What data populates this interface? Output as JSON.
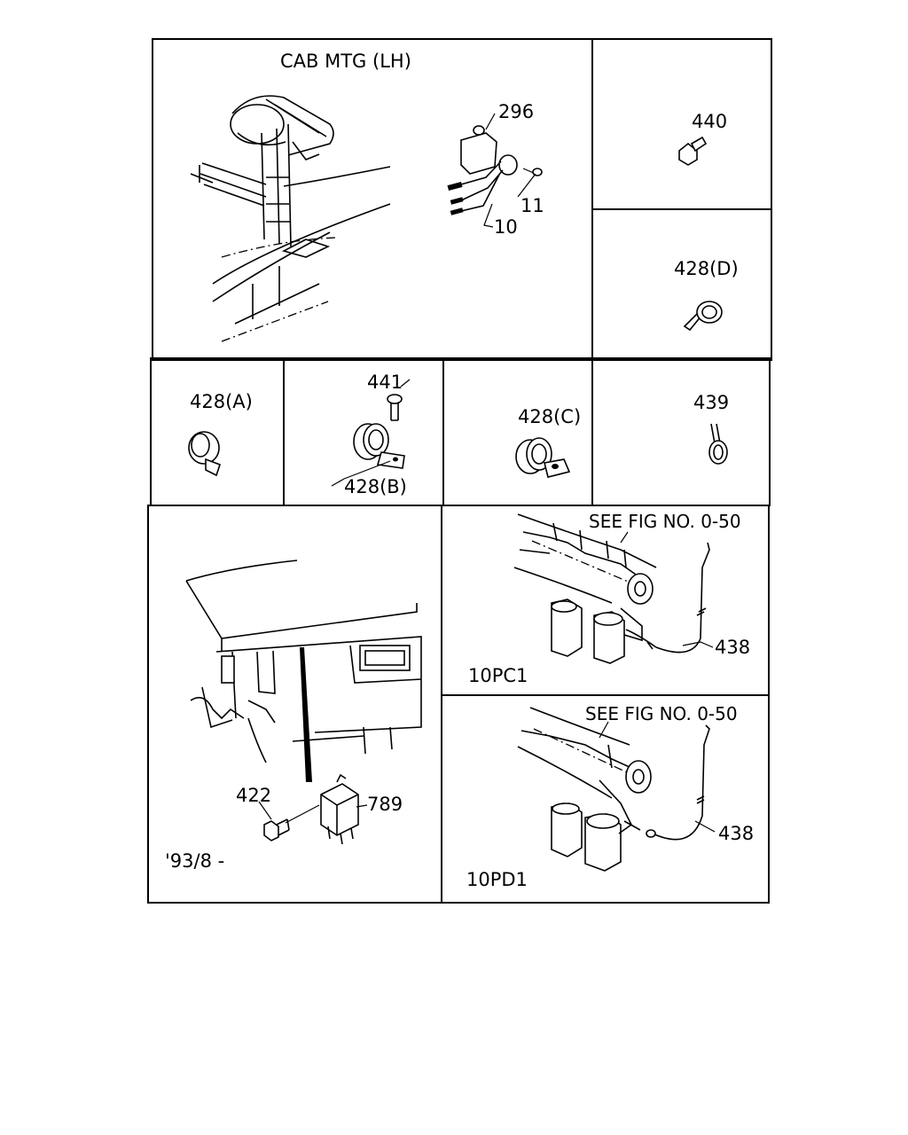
{
  "panels": {
    "cab_mtg": {
      "title": "CAB MTG (LH)",
      "callouts": [
        "296",
        "11",
        "10"
      ]
    },
    "p440": {
      "callout": "440"
    },
    "p428d": {
      "callout": "428(D)"
    },
    "p428a": {
      "callout": "428(A)"
    },
    "p428b": {
      "callouts": [
        "441",
        "428(B)"
      ]
    },
    "p428c": {
      "callout": "428(C)"
    },
    "p439": {
      "callout": "439"
    },
    "relay": {
      "callouts": [
        "422",
        "789"
      ],
      "date_code": "'93/8 -"
    },
    "pc1": {
      "reference": "SEE FIG NO. 0-50",
      "callout": "438",
      "model": "10PC1"
    },
    "pd1": {
      "reference": "SEE FIG NO. 0-50",
      "callout": "438",
      "model": "10PD1"
    }
  }
}
